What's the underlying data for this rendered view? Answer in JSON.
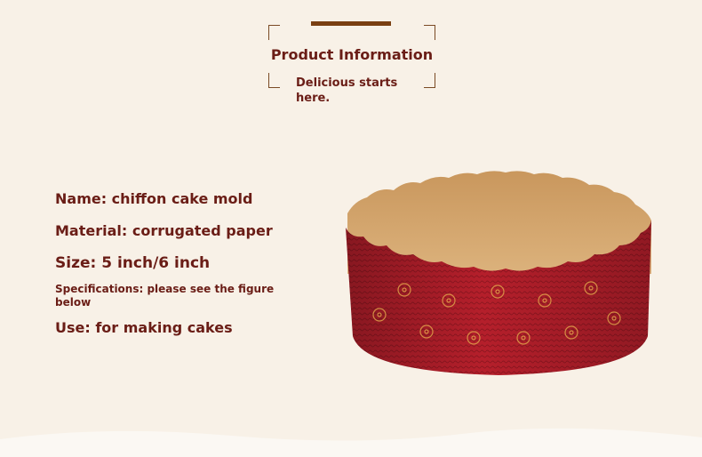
{
  "header": {
    "title": "Product Information",
    "subtitle": "Delicious starts here."
  },
  "specs": {
    "name": "Name: chiffon cake mold",
    "material": "Material: corrugated paper",
    "size": "Size: 5 inch/6 inch",
    "specifications": "Specifications: please see the figure below",
    "use": "Use: for making cakes"
  },
  "colors": {
    "background": "#f8f1e7",
    "text": "#6a1d16",
    "accent_bar": "#7a3f12",
    "mold_red": "#b0202c",
    "mold_inner": "#d2a470"
  },
  "image": {
    "subject": "red-corrugated-paper-cake-mold"
  }
}
